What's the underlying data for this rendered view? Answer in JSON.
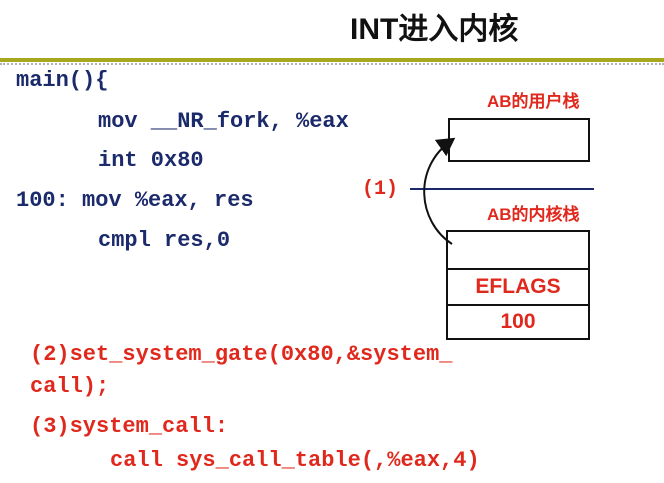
{
  "title": "INT进入内核",
  "code": {
    "line1": "main(){",
    "line2": "mov __NR_fork, %eax",
    "line3": "int 0x80",
    "line4": "100: mov %eax, res",
    "line5": "cmpl res,0"
  },
  "notes": {
    "step2_line1": "(2)set_system_gate(0x80,&system_",
    "step2_line2": "call);",
    "step3_line1": "(3)system_call:",
    "step3_line2": "call sys_call_table(,%eax,4)"
  },
  "user_stack": {
    "label": "AB的用户栈"
  },
  "step1_label": "(1)",
  "kernel_stack": {
    "label": "AB的内核栈",
    "cells": [
      "",
      "EFLAGS",
      "100"
    ]
  },
  "colors": {
    "code": "#1b2a6b",
    "highlight": "#e0281c",
    "rule": "#a8a81e"
  }
}
